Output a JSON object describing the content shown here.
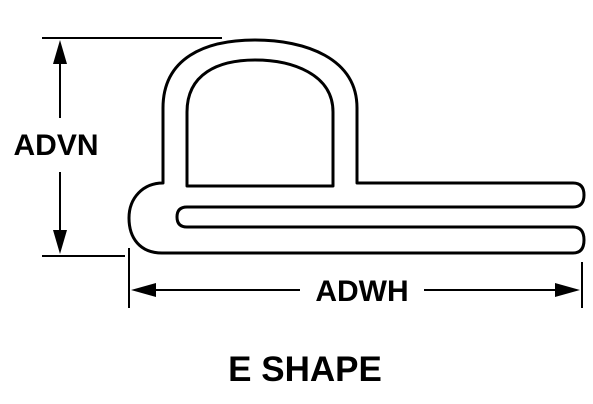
{
  "diagram": {
    "vertical_dimension_label": "ADVN",
    "horizontal_dimension_label": "ADWH",
    "caption": "E SHAPE",
    "ink_color": "#000000",
    "background_color": "#ffffff"
  }
}
